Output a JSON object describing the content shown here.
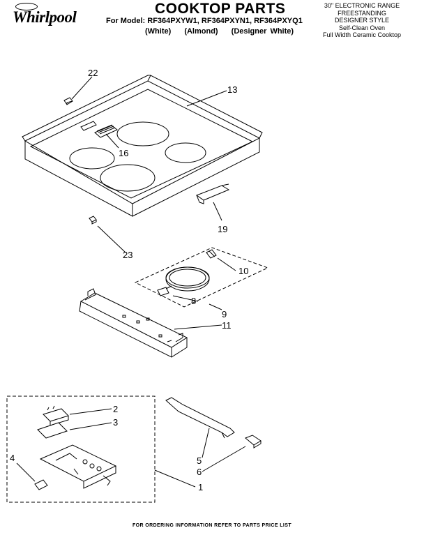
{
  "brand": {
    "logo_text": "Whirlpool"
  },
  "header": {
    "title": "COOKTOP PARTS",
    "models": "For Model: RF364PXYW1, RF364PXYN1, RF364PXYQ1",
    "colors": [
      "(White)",
      "(Almond)",
      "(Designer White)"
    ]
  },
  "description": [
    "30\" ELECTRONIC RANGE",
    "FREESTANDING",
    "DESIGNER STYLE",
    "Self-Clean Oven",
    "Full Width Ceramic Cooktop"
  ],
  "callouts": [
    "22",
    "13",
    "16",
    "19",
    "23",
    "10",
    "8",
    "9",
    "11",
    "2",
    "3",
    "4",
    "5",
    "6",
    "1"
  ],
  "footer": "FOR ORDERING INFORMATION REFER TO PARTS PRICE LIST"
}
